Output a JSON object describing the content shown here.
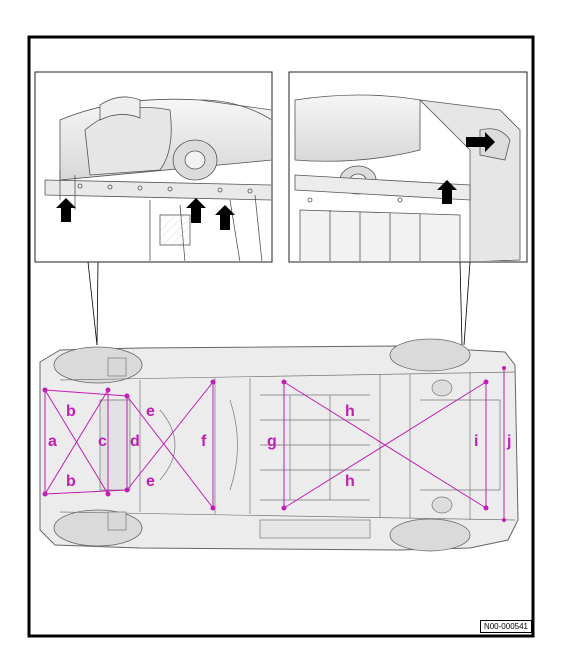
{
  "reference_code": "N00-000541",
  "dimension_labels": {
    "a": "a",
    "b": "b",
    "c": "c",
    "d": "d",
    "e": "e",
    "f": "f",
    "g": "g",
    "h": "h",
    "i": "i",
    "j": "j"
  },
  "colors": {
    "dimension": "#c01fb4",
    "arrow": "#000000",
    "line_art": "#555555",
    "body_fill": "#ececec",
    "frame": "#000000"
  },
  "icons": {
    "measuring_point_arrow": "up-arrow-icon",
    "measuring_point_arrow_right": "right-arrow-icon"
  }
}
